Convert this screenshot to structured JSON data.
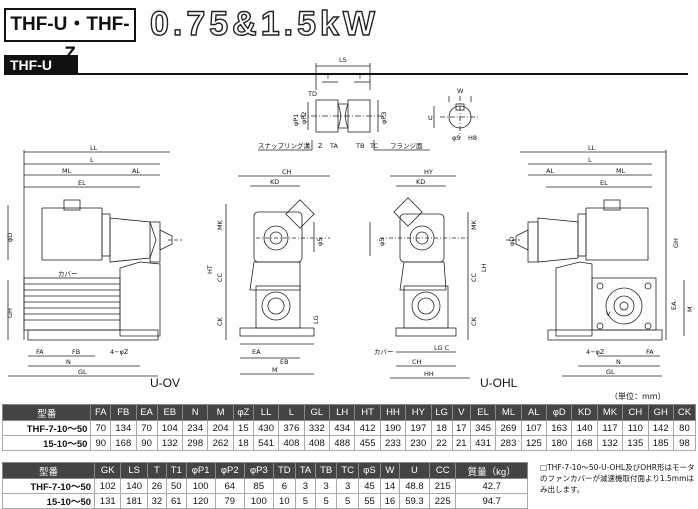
{
  "header": {
    "series": "THF-U・THF-Z",
    "power": "0.75&1.5kW",
    "subseries": "THF-U"
  },
  "views": {
    "left_view": "U-OV",
    "right_view": "U-OHL"
  },
  "labels": {
    "snap_ring": "スナップリング溝",
    "flange_face": "フランジ面",
    "cover": "カバー",
    "LS": "LS",
    "T": "T",
    "TD": "TD",
    "TA": "TA",
    "TB": "TB",
    "TC": "TC",
    "Z": "Z",
    "P1": "φP1",
    "P2": "φP2",
    "P3": "φP3",
    "W": "W",
    "U": "U",
    "S": "φS",
    "H8": "H8",
    "LL": "LL",
    "L": "L",
    "ML": "ML",
    "AL": "AL",
    "EL": "EL",
    "D": "φD",
    "GH": "GH",
    "FA": "FA",
    "FB": "FB",
    "N": "N",
    "GL": "GL",
    "phiZ": "4−φZ",
    "CH": "CH",
    "KD": "KD",
    "MK": "MK",
    "HT": "HT",
    "CC": "CC",
    "CK": "CK",
    "LG": "LG",
    "EA": "EA",
    "EB": "EB",
    "M": "M",
    "phi5": "φ5",
    "HY": "HY",
    "LH": "LH",
    "HH": "HH",
    "LGC": "LG C",
    "V": "V",
    "Q": "φ"
  },
  "unit": "（単位：mm）",
  "table1": {
    "head": [
      "型番",
      "FA",
      "FB",
      "EA",
      "EB",
      "N",
      "M",
      "φZ",
      "LL",
      "L",
      "GL",
      "LH",
      "HT",
      "HH",
      "HY",
      "LG",
      "V",
      "EL",
      "ML",
      "AL",
      "φD",
      "KD",
      "MK",
      "CH",
      "GH",
      "CK"
    ],
    "rows": [
      [
        "THF-7-10～50",
        "70",
        "134",
        "70",
        "104",
        "234",
        "204",
        "15",
        "430",
        "376",
        "332",
        "434",
        "412",
        "190",
        "197",
        "18",
        "17",
        "345",
        "269",
        "107",
        "163",
        "140",
        "117",
        "110",
        "142",
        "80"
      ],
      [
        "15-10～50",
        "90",
        "168",
        "90",
        "132",
        "298",
        "262",
        "18",
        "541",
        "408",
        "408",
        "488",
        "455",
        "233",
        "230",
        "22",
        "21",
        "431",
        "283",
        "125",
        "180",
        "168",
        "132",
        "135",
        "185",
        "98"
      ]
    ]
  },
  "table2": {
    "head": [
      "型番",
      "GK",
      "LS",
      "T",
      "T1",
      "φP1",
      "φP2",
      "φP3",
      "TD",
      "TA",
      "TB",
      "TC",
      "φS",
      "W",
      "U",
      "CC",
      "質量（kg）"
    ],
    "rows": [
      [
        "THF-7-10～50",
        "102",
        "140",
        "26",
        "50",
        "100",
        "64",
        "85",
        "6",
        "3",
        "3",
        "3",
        "45",
        "14",
        "48.8",
        "215",
        "42.7"
      ],
      [
        "15-10～50",
        "131",
        "181",
        "32",
        "61",
        "120",
        "79",
        "100",
        "10",
        "5",
        "5",
        "5",
        "55",
        "16",
        "59.3",
        "225",
        "94.7"
      ]
    ]
  },
  "note": "□THF-7-10～50-U-OHL及びOHR形はモータのファンカバーが減速機取付面より1.5mmはみ出します。"
}
